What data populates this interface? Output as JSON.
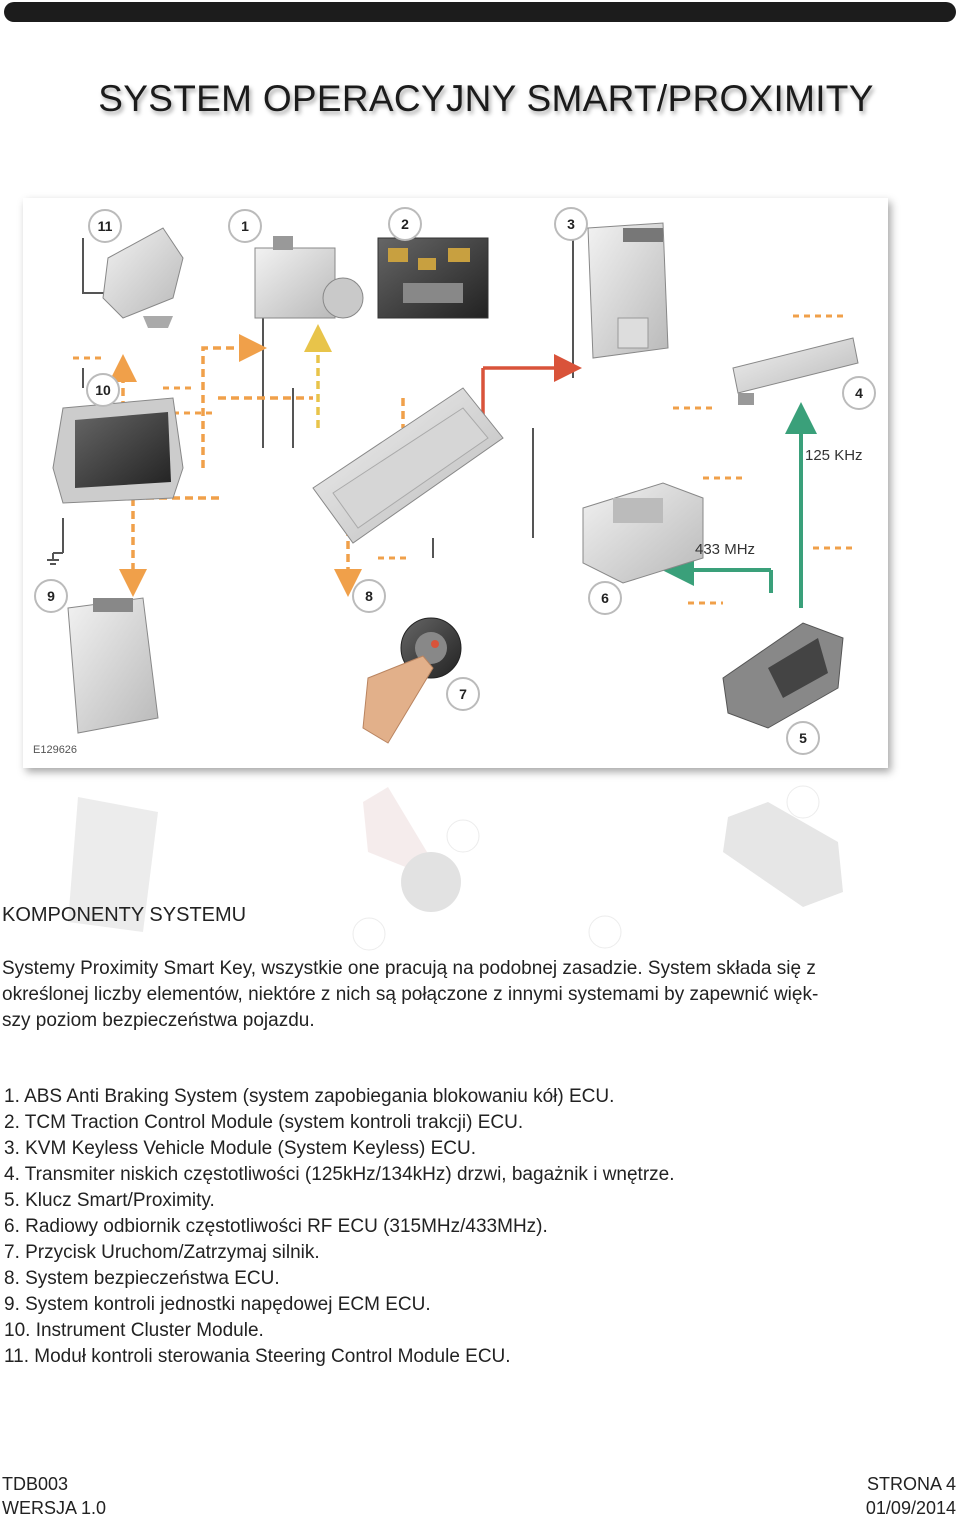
{
  "header": {
    "title": "SYSTEM OPERACYJNY SMART/PROXIMITY"
  },
  "figure": {
    "code": "E129626",
    "badges": [
      "1",
      "2",
      "3",
      "4",
      "5",
      "6",
      "7",
      "8",
      "9",
      "10",
      "11"
    ],
    "freq_125": "125 KHz",
    "freq_433": "433 MHz",
    "colors": {
      "orange_link": "#f0a04a",
      "yellow_link": "#e8c44a",
      "red_link": "#d9533a",
      "green_link": "#3aa07a",
      "gray_line": "#555555"
    }
  },
  "section": {
    "heading": "KOMPONENTY SYSTEMU",
    "intro_lines": [
      "Systemy Proximity Smart Key, wszystkie one pracują na podobnej zasadzie. System składa się z",
      "określonej liczby elementów, niektóre z nich są połączone z innymi systemami by zapewnić więk-",
      "szy poziom bezpieczeństwa pojazdu."
    ]
  },
  "components": [
    "1. ABS Anti Braking System (system zapobiegania blokowaniu kół) ECU.",
    "2. TCM Traction Control Module (system kontroli trakcji) ECU.",
    "3. KVM Keyless Vehicle Module (System Keyless) ECU.",
    "4. Transmiter niskich częstotliwości (125kHz/134kHz) drzwi, bagażnik i wnętrze.",
    "5. Klucz Smart/Proximity.",
    "6. Radiowy odbiornik częstotliwości RF ECU (315MHz/433MHz).",
    "7. Przycisk Uruchom/Zatrzymaj silnik.",
    "8. System bezpieczeństwa ECU.",
    "9. System kontroli jednostki napędowej ECM ECU.",
    "10. Instrument Cluster Module.",
    "11.  Moduł kontroli sterowania Steering Control Module ECU."
  ],
  "footer": {
    "doc_id": "TDB003",
    "version": "WERSJA 1.0",
    "page": "STRONA 4",
    "date": "01/09/2014"
  }
}
